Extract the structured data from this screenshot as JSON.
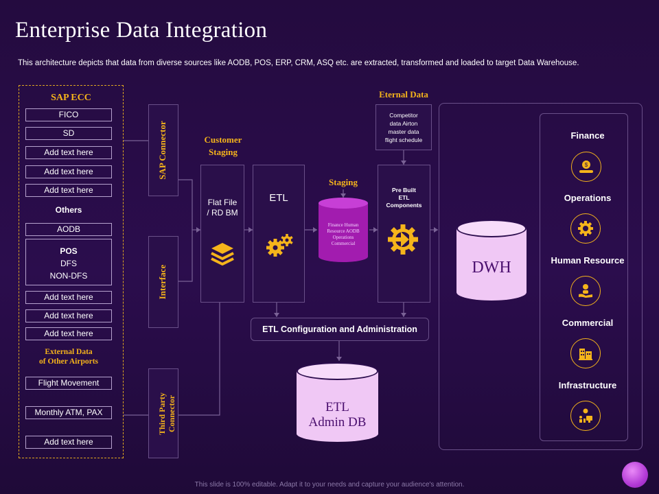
{
  "title": "Enterprise Data Integration",
  "subtitle": "This architecture depicts that data from diverse sources like AODB, POS, ERP, CRM, ASQ etc. are extracted, transformed and loaded to target Data Warehouse.",
  "sap": {
    "header": "SAP ECC",
    "items": [
      "FICO",
      "SD",
      "Add text here",
      "Add text here",
      "Add text here"
    ],
    "others_label": "Others",
    "aodb": "AODB",
    "pos_group": [
      "POS",
      "DFS",
      "NON-DFS"
    ],
    "items2": [
      "Add text here",
      "Add text here",
      "Add text here"
    ],
    "external_label_1": "External Data",
    "external_label_2": "of Other Airports",
    "flight_movement": "Flight Movement",
    "monthly": "Monthly ATM,  PAX",
    "last_item": "Add text here"
  },
  "connectors": {
    "sap": "SAP Connector",
    "interface": "Interface",
    "third_party_1": "Third  Party",
    "third_party_2": "Connector"
  },
  "customer_staging": {
    "label_1": "Customer",
    "label_2": "Staging",
    "box_1": "Flat File",
    "box_2": "/ RD BM"
  },
  "etl": {
    "label": "ETL"
  },
  "staging": {
    "label": "Staging",
    "cyl_lines": [
      "Finance Human",
      "Resource AODB",
      "Operations",
      "Commercial"
    ]
  },
  "external": {
    "label": "Eternal Data",
    "box_lines": [
      "Competitor",
      "data Airton",
      "master data",
      "flight schedule"
    ]
  },
  "prebuilt": {
    "lines": [
      "Pre Built",
      "ETL",
      "Components"
    ]
  },
  "etl_config": "ETL Configuration and Administration",
  "etl_admin_db": {
    "line_1": "ETL",
    "line_2": "Admin DB"
  },
  "dwh": "DWH",
  "categories": [
    "Finance",
    "Operations",
    "Human Resource",
    "Commercial",
    "Infrastructure"
  ],
  "footer": "This slide is 100% editable. Adapt it to your needs and capture your audience's attention.",
  "colors": {
    "gold": "#f5b41b",
    "background": "#2b0d4d",
    "cylinder_light": "#f0c8f5",
    "cylinder_purple": "#a21caf",
    "accent_purple": "#b23ad6"
  }
}
